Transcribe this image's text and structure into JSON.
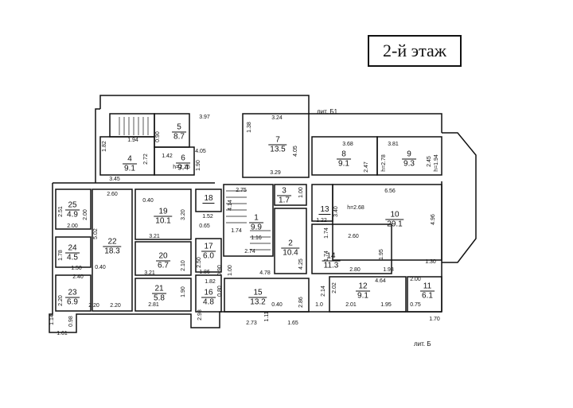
{
  "title": "2-й этаж",
  "labels": {
    "lit_b1": "лит. Б1",
    "lit_b": "лит. Б"
  },
  "rooms": [
    {
      "num": "1",
      "area": "9.9",
      "extra": "1.16"
    },
    {
      "num": "2",
      "area": "10.4"
    },
    {
      "num": "3",
      "area": "1.7"
    },
    {
      "num": "4",
      "area": "9.1"
    },
    {
      "num": "5",
      "area": "8.7"
    },
    {
      "num": "6",
      "area": "9.4"
    },
    {
      "num": "7",
      "area": "13.5"
    },
    {
      "num": "8",
      "area": "9.1"
    },
    {
      "num": "9",
      "area": "9.3"
    },
    {
      "num": "10",
      "area": "29.1"
    },
    {
      "num": "11",
      "area": "6.1"
    },
    {
      "num": "12",
      "area": "9.1"
    },
    {
      "num": "13",
      "area": ""
    },
    {
      "num": "14",
      "area": "11.3"
    },
    {
      "num": "15",
      "area": "13.2"
    },
    {
      "num": "16",
      "area": "4.8"
    },
    {
      "num": "17",
      "area": "6.0"
    },
    {
      "num": "18",
      "area": ""
    },
    {
      "num": "19",
      "area": "10.1"
    },
    {
      "num": "20",
      "area": "6.7"
    },
    {
      "num": "21",
      "area": "5.8"
    },
    {
      "num": "22",
      "area": "18.3"
    },
    {
      "num": "23",
      "area": "6.9"
    },
    {
      "num": "24",
      "area": "4.5"
    },
    {
      "num": "25",
      "area": "4.9"
    }
  ],
  "heights": [
    "h=2.76",
    "h=2.78",
    "h=1.94",
    "h=2.68"
  ],
  "dimensions": [
    "3.97",
    "1.38",
    "3.24",
    "1.82",
    "1.94",
    "0.90",
    "4.05",
    "1.42",
    "2.72",
    "1.90",
    "3.45",
    "3.29",
    "4.05",
    "3.68",
    "3.81",
    "2.47",
    "2.45",
    "2.75",
    "1.00",
    "6.56",
    "2.60",
    "0.40",
    "2.51",
    "2.00",
    "2.00",
    "5.02",
    "3.20",
    "1.52",
    "0.65",
    "1.22",
    "3.40",
    "4.96",
    "1.74",
    "2.60",
    "3.21",
    "2.50",
    "2.10",
    "0.90",
    "1.00",
    "4.78",
    "4.25",
    "1.74",
    "2.80",
    "1.95",
    "1.93",
    "1.30",
    "1.78",
    "1.50",
    "0.40",
    "2.40",
    "2.20",
    "3.21",
    "1.82",
    "1.90",
    "2.81",
    "1.86",
    "0.80",
    "2.00",
    "4.64",
    "2.14",
    "2.02",
    "1.0",
    "2.01",
    "1.95",
    "0.75",
    "1.70",
    "2.20",
    "2.20",
    "1.14",
    "0.98",
    "1.61",
    "2.98",
    "2.73",
    "1.11",
    "1.65",
    "0.40",
    "2.86",
    "1.74",
    "2.74",
    "4.14"
  ]
}
